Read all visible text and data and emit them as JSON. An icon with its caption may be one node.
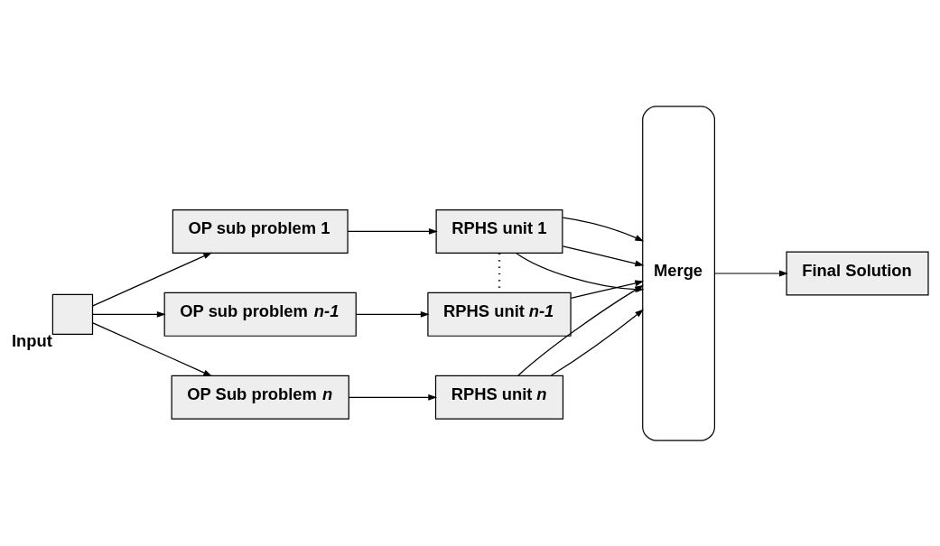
{
  "diagram": {
    "nodes": [
      {
        "text": [
          "Input"
        ]
      },
      {
        "text": [
          "OP sub problem 1"
        ]
      },
      {
        "text": [
          "RPHS unit 1"
        ]
      },
      {
        "text": [
          "OP sub problem *n-1*"
        ]
      },
      {
        "text": [
          "RPHS unit *n-1*"
        ]
      },
      {
        "text": [
          "OP Sub problem *n*"
        ]
      },
      {
        "text": [
          "RPHS unit *n*"
        ]
      },
      {
        "text": [
          "Merge"
        ]
      },
      {
        "text": [
          "Final Solution"
        ]
      }
    ],
    "edges": [
      {
        "from": 0,
        "to": 1,
        "arrow": "to"
      },
      {
        "from": 0,
        "to": 3,
        "arrow": "to"
      },
      {
        "from": 0,
        "to": 5,
        "arrow": "to"
      },
      {
        "from": 1,
        "to": 2,
        "arrow": "to"
      },
      {
        "from": 2,
        "to": 4,
        "arrow": "none",
        "style": "dashed"
      },
      {
        "from": 3,
        "to": 4,
        "arrow": "to"
      },
      {
        "from": 5,
        "to": 6,
        "arrow": "to"
      },
      {
        "from": 2,
        "to": 7,
        "arrow": "to"
      },
      {
        "from": 2,
        "to": 7,
        "arrow": "to"
      },
      {
        "from": 2,
        "to": 7,
        "arrow": "to"
      },
      {
        "from": 4,
        "to": 7,
        "arrow": "to"
      },
      {
        "from": 6,
        "to": 7,
        "arrow": "to"
      },
      {
        "from": 6,
        "to": 7,
        "arrow": "to"
      },
      {
        "from": 7,
        "to": 8,
        "arrow": "to"
      }
    ]
  }
}
